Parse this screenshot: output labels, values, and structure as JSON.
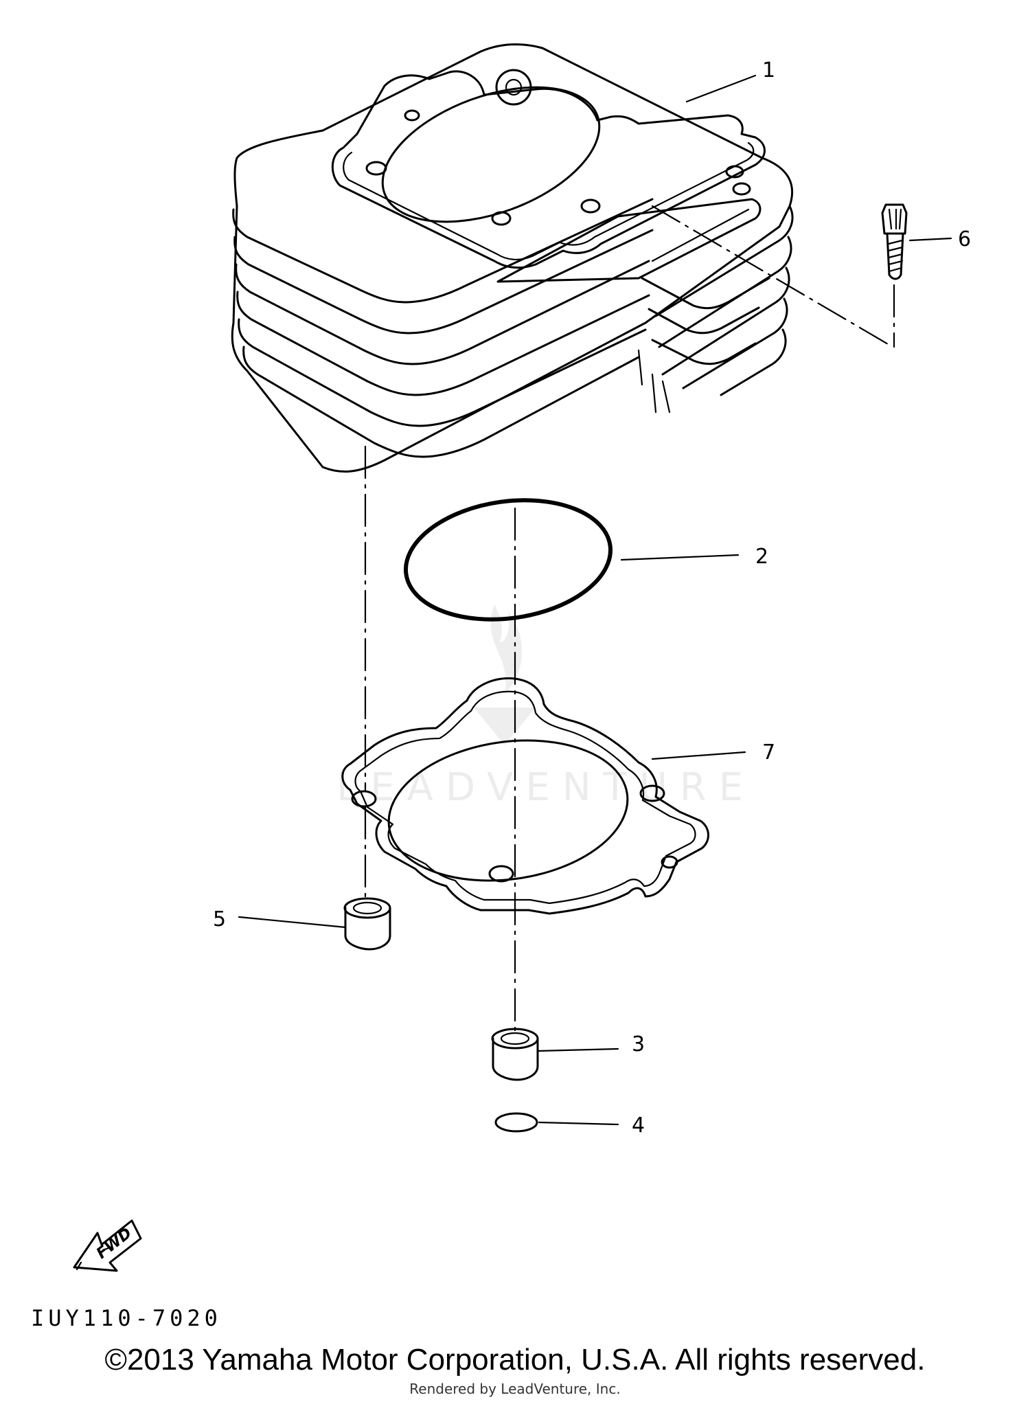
{
  "callouts": [
    {
      "number": "1",
      "part": "cylinder"
    },
    {
      "number": "2",
      "part": "o-ring"
    },
    {
      "number": "3",
      "part": "dowel pin"
    },
    {
      "number": "4",
      "part": "o-ring small"
    },
    {
      "number": "5",
      "part": "dowel pin"
    },
    {
      "number": "6",
      "part": "bolt"
    },
    {
      "number": "7",
      "part": "cylinder gasket"
    }
  ],
  "fwd_label": "FWD",
  "diagram_code": "IUY110-7020",
  "watermark_text": "LEADVENTURE",
  "copyright": "©2013 Yamaha Motor Corporation, U.S.A. All rights reserved.",
  "rendered_by": "Rendered by LeadVenture, Inc."
}
